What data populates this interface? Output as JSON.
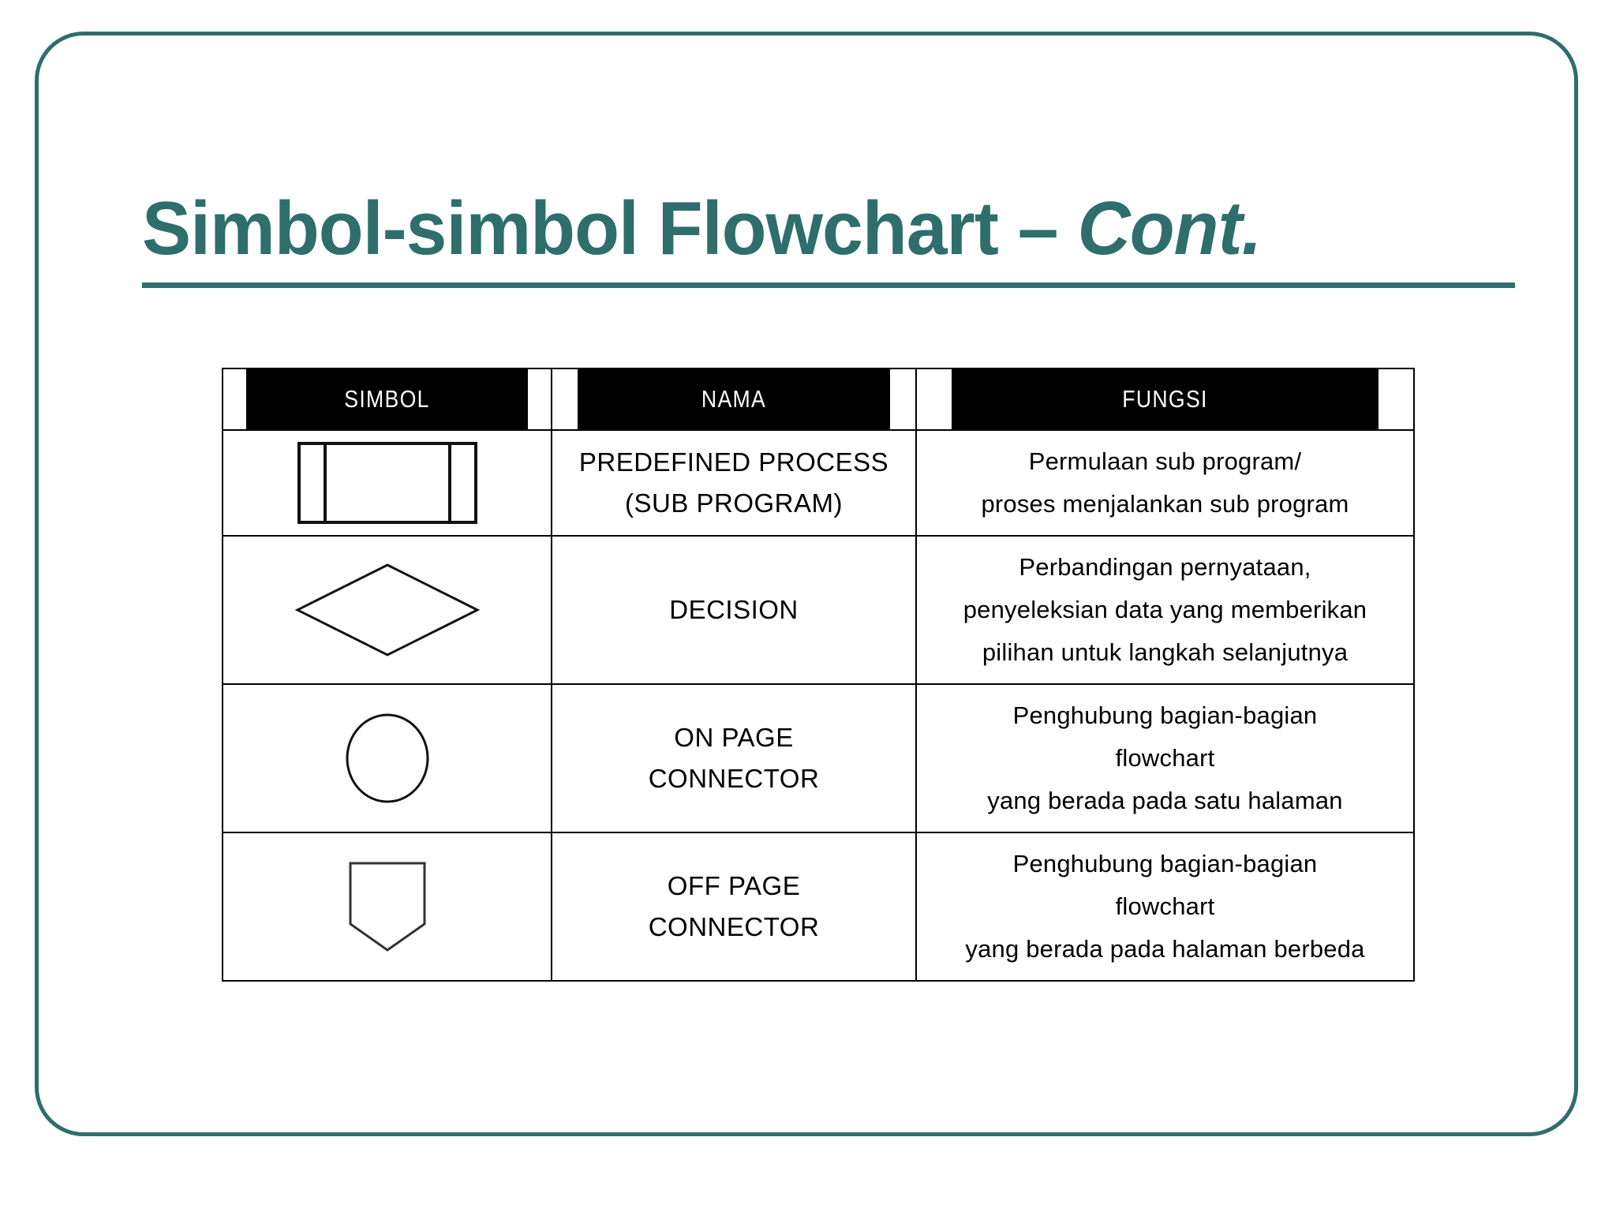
{
  "slide": {
    "accent_color": "#2e6e6b",
    "background_color": "#ffffff",
    "border_color": "#2e6e6b"
  },
  "title": {
    "main": "Simbol-simbol Flowchart – ",
    "emphasis": "Cont.",
    "full": "Simbol-simbol Flowchart – Cont."
  },
  "table": {
    "header_background": "#000000",
    "header_text_color": "#ffffff",
    "grid_color": "#000000",
    "columns": [
      {
        "key": "simbol",
        "label": "SIMBOL"
      },
      {
        "key": "nama",
        "label": "NAMA"
      },
      {
        "key": "fungsi",
        "label": "FUNGSI"
      }
    ],
    "rows": [
      {
        "symbol_icon": "predefined-process-symbol",
        "nama_lines": [
          "PREDEFINED PROCESS",
          "(SUB PROGRAM)"
        ],
        "fungsi_lines": [
          "Permulaan sub program/",
          "proses menjalankan sub program"
        ]
      },
      {
        "symbol_icon": "decision-diamond-symbol",
        "nama_lines": [
          "DECISION"
        ],
        "fungsi_lines": [
          "Perbandingan pernyataan,",
          "penyeleksian data yang memberikan",
          "pilihan untuk langkah selanjutnya"
        ]
      },
      {
        "symbol_icon": "on-page-connector-symbol",
        "nama_lines": [
          "ON PAGE",
          "CONNECTOR"
        ],
        "fungsi_lines": [
          "Penghubung bagian-bagian",
          "flowchart",
          "yang berada pada satu halaman"
        ]
      },
      {
        "symbol_icon": "off-page-connector-symbol",
        "nama_lines": [
          "OFF PAGE",
          "CONNECTOR"
        ],
        "fungsi_lines": [
          "Penghubung bagian-bagian",
          "flowchart",
          "yang berada pada halaman berbeda"
        ]
      }
    ]
  }
}
